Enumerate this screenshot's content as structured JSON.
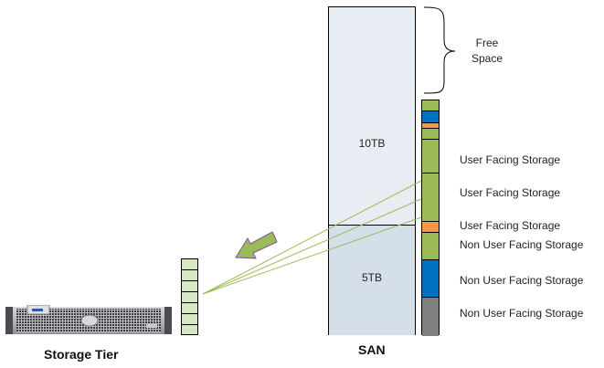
{
  "san": {
    "label": "SAN",
    "free_label": "10TB",
    "used_label": "5TB",
    "free_space_label_line1": "Free",
    "free_space_label_line2": "Space"
  },
  "storage_tier": {
    "label": "Storage Tier",
    "slots": 7
  },
  "segments": [
    {
      "color": "#9bbb59",
      "type": "user"
    },
    {
      "color": "#0070c0",
      "type": "other"
    },
    {
      "color": "#f79646",
      "type": "other"
    },
    {
      "color": "#9bbb59",
      "type": "user"
    },
    {
      "color": "#9bbb59",
      "type": "user"
    },
    {
      "color": "#9bbb59",
      "type": "user"
    },
    {
      "color": "#f79646",
      "type": "user"
    },
    {
      "color": "#9bbb59",
      "type": "non-user"
    },
    {
      "color": "#0070c0",
      "type": "non-user"
    },
    {
      "color": "#7f7f7f",
      "type": "non-user"
    }
  ],
  "labels": [
    "User Facing Storage",
    "User Facing Storage",
    "User Facing Storage",
    "Non User Facing Storage",
    "Non User Facing Storage",
    "Non User Facing Storage"
  ],
  "colors": {
    "arrow_fill": "#9bbb59",
    "arrow_stroke": "#7f4fa0",
    "link_line": "#9bbb59"
  }
}
